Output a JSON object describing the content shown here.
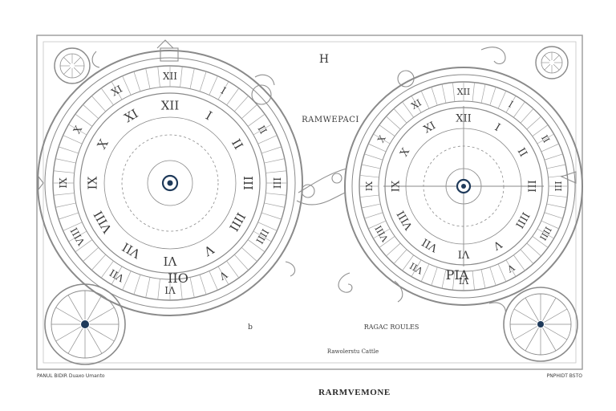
{
  "plate": {
    "top_letter": "H",
    "header_caption": "RAMWEPACI",
    "left_hub_mark": "b",
    "right_caption": "RAGAC ROULES",
    "center_caption": "Rawolerstu Cattle",
    "footer_left": "PANUL BIDIR Duaxo Umanto",
    "footer_right": "PNPHIDT BSTO",
    "title": "RARMVEMONE"
  },
  "dials": {
    "left_numerals": [
      "XII",
      "I",
      "II",
      "III",
      "IIII",
      "V",
      "VI",
      "VII",
      "VIII",
      "IX",
      "X",
      "XI"
    ],
    "right_numerals": [
      "XII",
      "I",
      "II",
      "III",
      "IIII",
      "V",
      "VI",
      "VII",
      "VIII",
      "IX",
      "X",
      "XI"
    ],
    "left_bottom_mark": "IIO",
    "right_bottom_mark": "PIA"
  },
  "colors": {
    "ink": "#3a3a3a",
    "line": "#8a8a8a",
    "hub": "#1f3a5a",
    "paper": "#ffffff"
  }
}
